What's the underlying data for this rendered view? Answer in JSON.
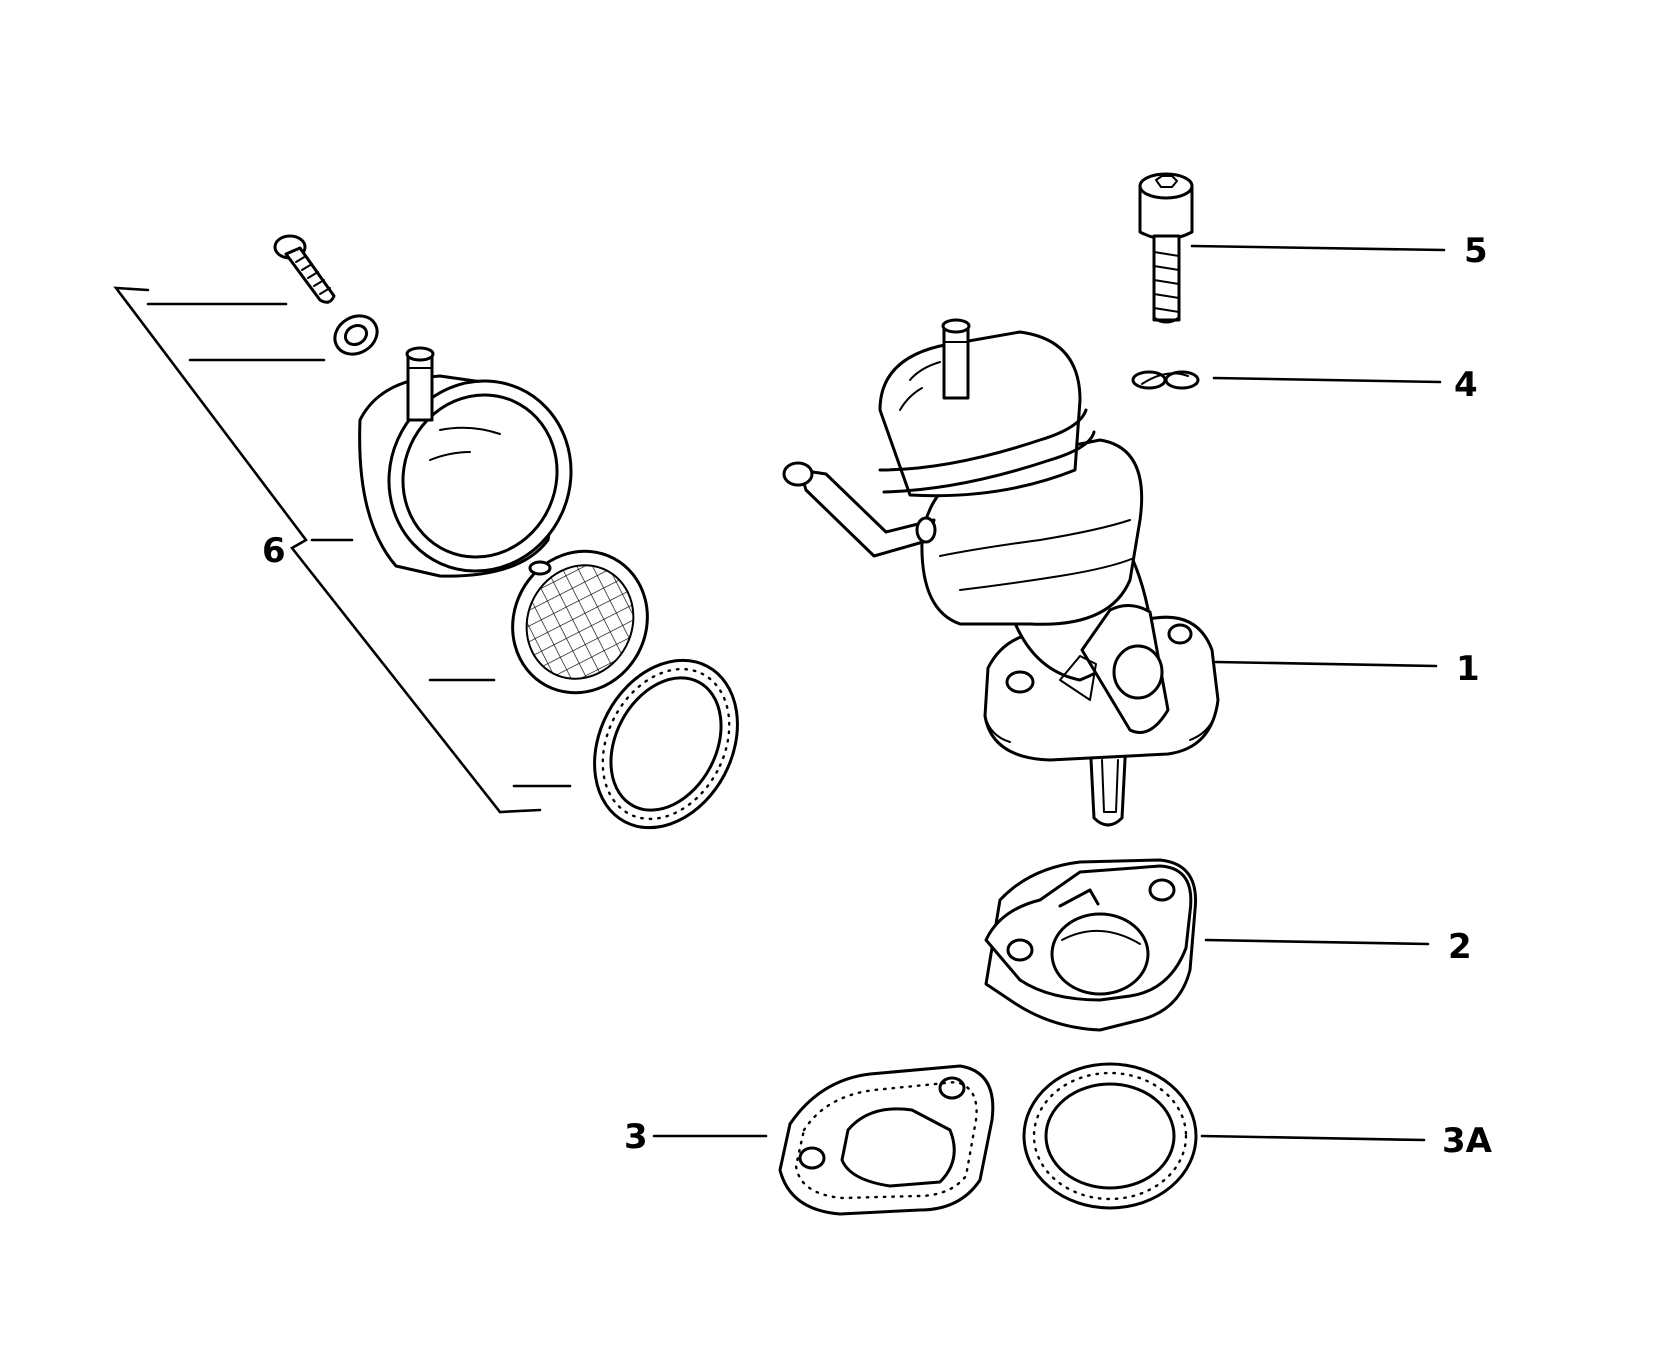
{
  "callouts": {
    "part_1": "1",
    "part_2": "2",
    "part_3": "3",
    "part_3a": "3A",
    "part_4": "4",
    "part_5": "5",
    "part_6": "6"
  },
  "colors": {
    "background": "#ffffff",
    "line": "#000000"
  }
}
